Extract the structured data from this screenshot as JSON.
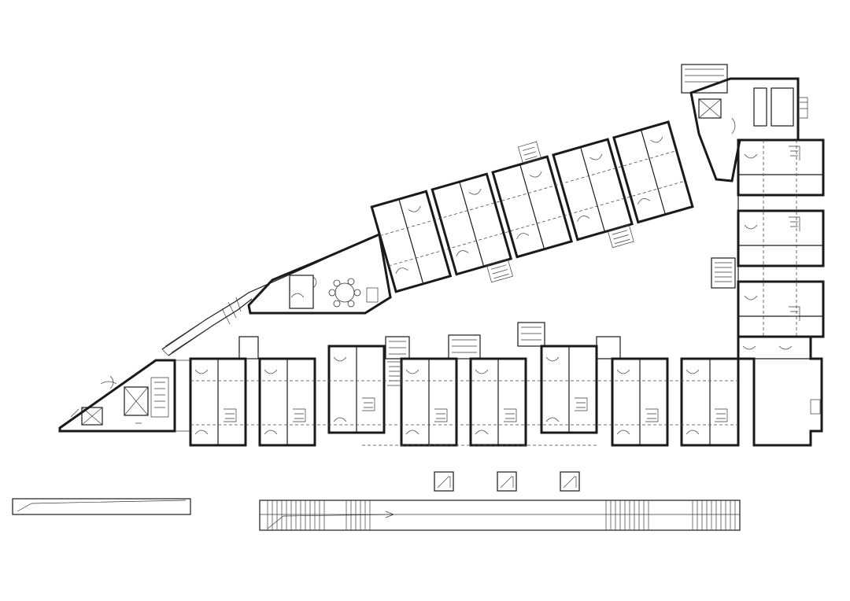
{
  "drawing": {
    "kind": "architectural-floor-plan",
    "line_color": "#1a1a1a",
    "background": "#ffffff",
    "south_wing_units": 8,
    "diagonal_wing_units": 5,
    "east_wing_units": 4,
    "detached_fixtures": 3
  }
}
